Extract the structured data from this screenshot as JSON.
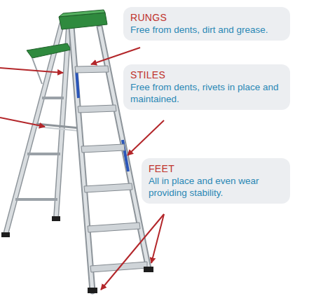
{
  "diagram": {
    "nodes": [
      {
        "text": [
          "RUNGS",
          "Free from dents, dirt and grease."
        ]
      },
      {
        "text": [
          "STILES",
          "Free from dents, rivets in place and maintained."
        ]
      },
      {
        "text": [
          "FEET",
          "All in place and even wear providing stability."
        ]
      }
    ]
  }
}
